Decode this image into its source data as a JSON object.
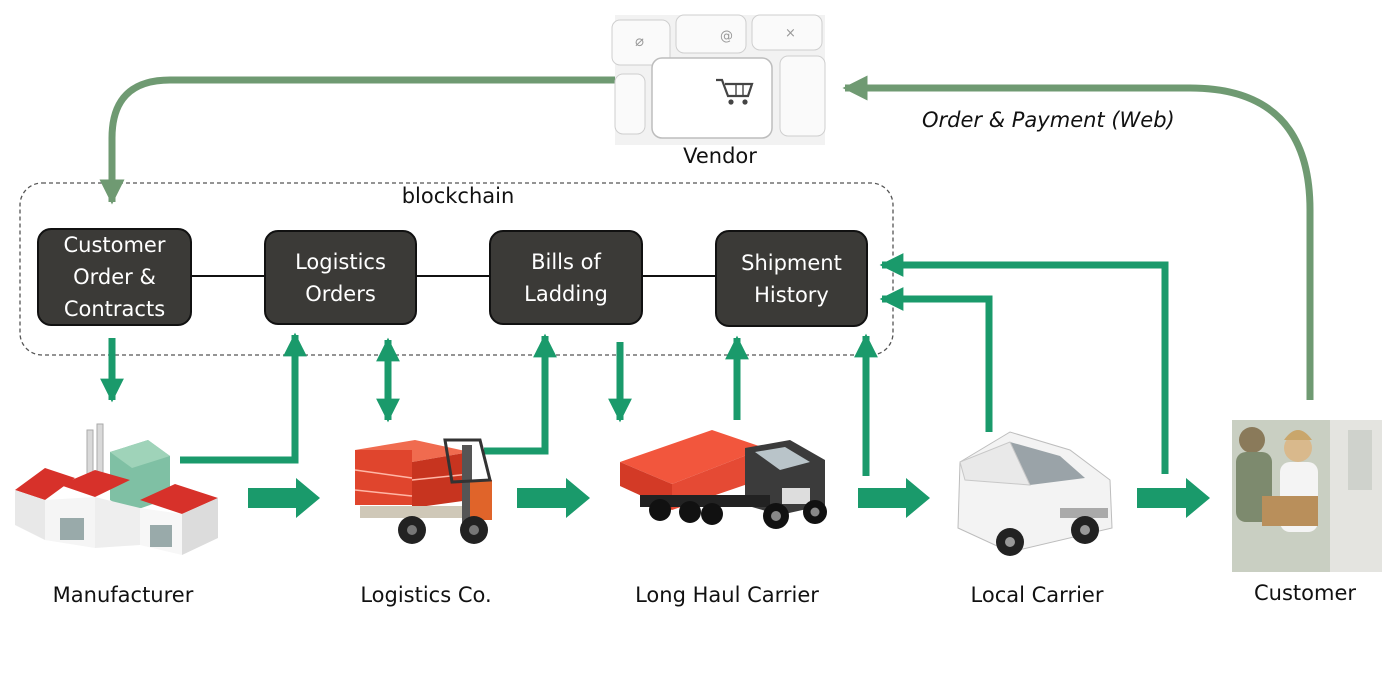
{
  "diagram": {
    "blockchain_label": "blockchain",
    "flow_label": "Order & Payment (Web)",
    "nodes": [
      {
        "id": "contracts",
        "label": "Customer Order & Contracts"
      },
      {
        "id": "logistics_orders",
        "label": "Logistics Orders"
      },
      {
        "id": "bills",
        "label": "Bills of Ladding"
      },
      {
        "id": "shipment",
        "label": "Shipment History"
      }
    ],
    "actors": [
      {
        "id": "vendor",
        "label": "Vendor",
        "icon": "shopping-cart-key-icon"
      },
      {
        "id": "manufacturer",
        "label": "Manufacturer",
        "icon": "factory-icon"
      },
      {
        "id": "logistics_co",
        "label": "Logistics Co.",
        "icon": "forklift-icon"
      },
      {
        "id": "long_haul",
        "label": "Long Haul Carrier",
        "icon": "truck-icon"
      },
      {
        "id": "local",
        "label": "Local Carrier",
        "icon": "van-icon"
      },
      {
        "id": "customer",
        "label": "Customer",
        "icon": "customer-photo-icon"
      }
    ],
    "colors": {
      "arrow": "#1a9a6b",
      "vendor_arrow": "#6f9a72",
      "node_fill": "#3b3a37",
      "truck_trailer": "#e8321e",
      "roof": "#cc2a1e"
    }
  }
}
